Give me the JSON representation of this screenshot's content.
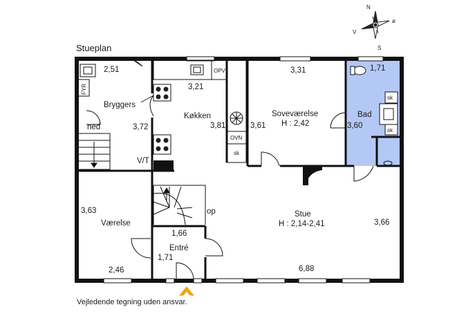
{
  "plan": {
    "title": "Stueplan",
    "disclaimer": "Vejledende tegning uden ansvar.",
    "bath_color": "#b3c8f5",
    "compass": {
      "n": "N",
      "e": "ø",
      "s": "S",
      "w": "V"
    },
    "rooms": {
      "bryggers": {
        "name": "Bryggers",
        "dim_top": "2,51",
        "dim_side": "3,72"
      },
      "kokken": {
        "name": "Køkken",
        "dim_top": "3,21",
        "dim_side": "3,81"
      },
      "sovevaerelse": {
        "name": "Soveværelse",
        "height": "H : 2,42",
        "dim_top": "3,31",
        "dim_side": "3,61"
      },
      "bad": {
        "name": "Bad",
        "dim_top": "1,71",
        "dim_side": "3,60"
      },
      "vaerelse": {
        "name": "Værelse",
        "dim_side": "3,63",
        "dim_bottom": "2,46"
      },
      "entre": {
        "name": "Entré",
        "dim_top": "1,66",
        "dim_side": "1,71"
      },
      "stue": {
        "name": "Stue",
        "height": "H : 2,14-2,41",
        "dim_side": "3,66",
        "dim_bottom": "6,88"
      }
    },
    "fixtures": {
      "fyr": "FYR",
      "ned": "ned",
      "vt": "V/T",
      "opv": "OPV",
      "ovn": "OVN",
      "sk": "sk",
      "op": "op"
    }
  }
}
